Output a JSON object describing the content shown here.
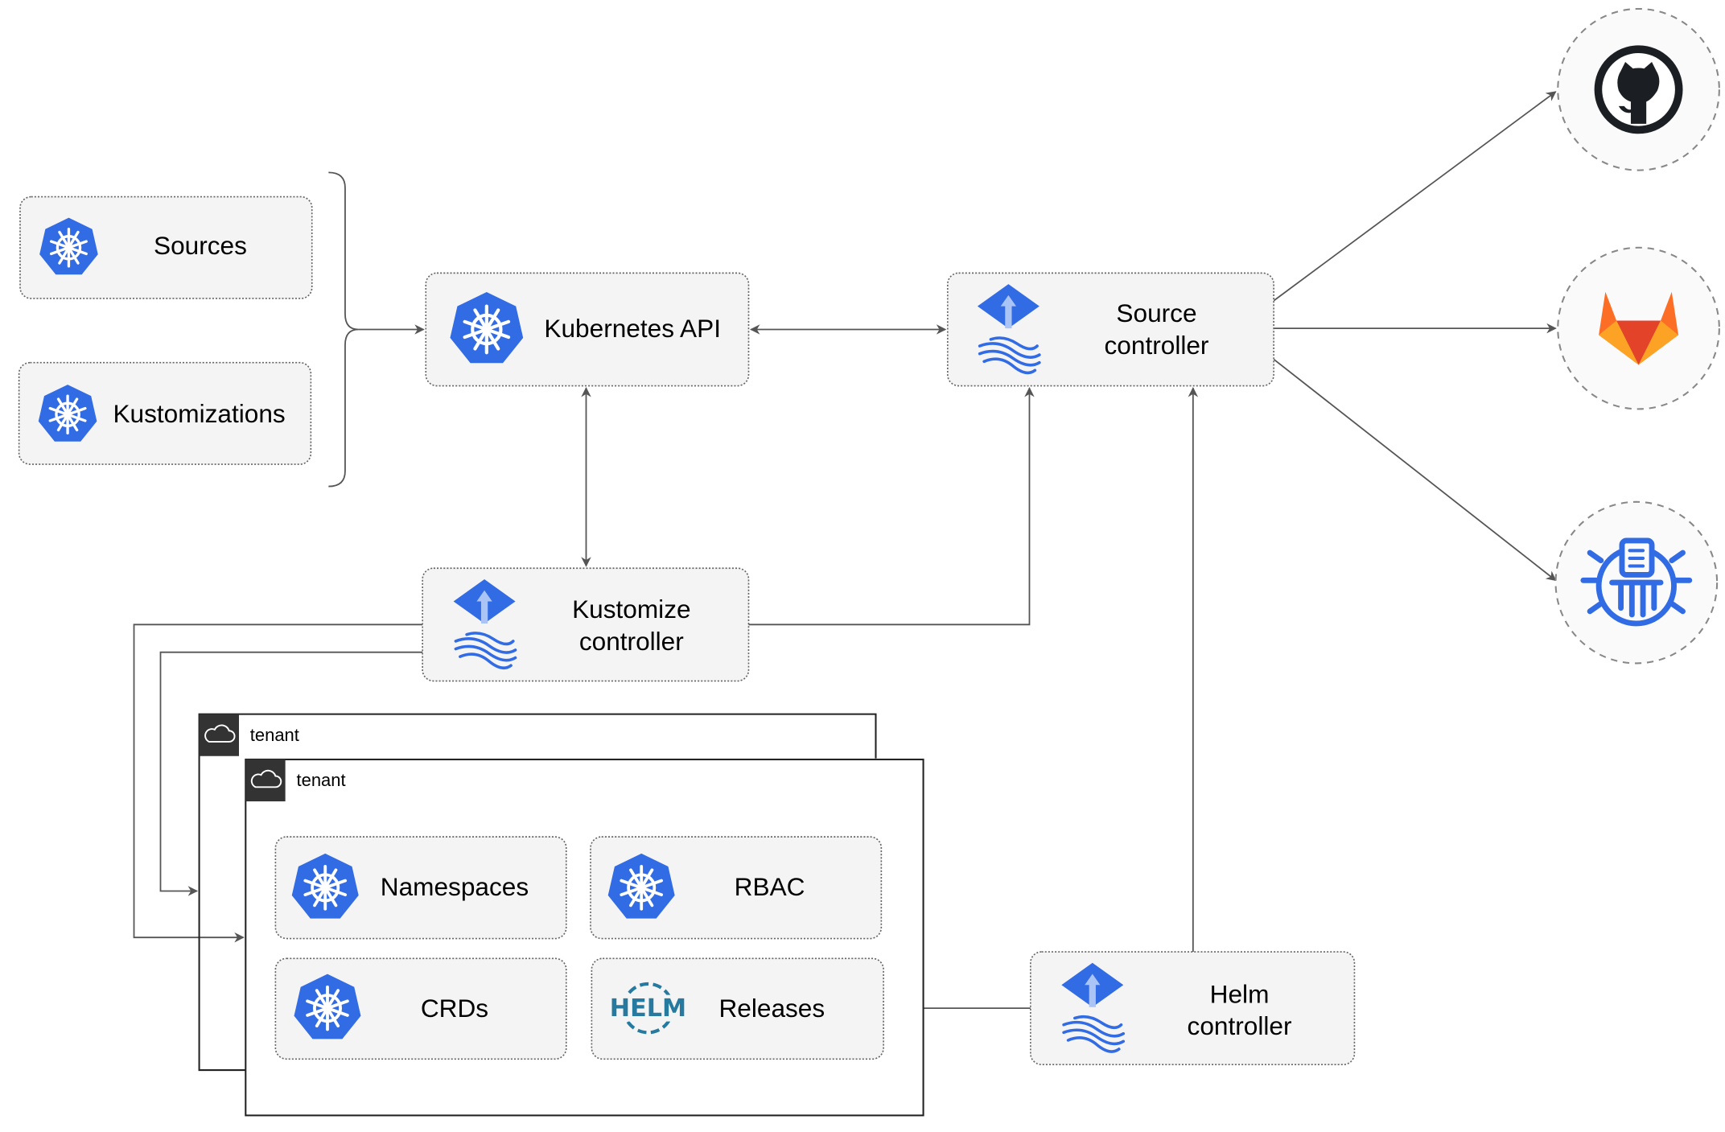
{
  "nodes": {
    "sources": "Sources",
    "kustomizations": "Kustomizations",
    "kubernetes_api": "Kubernetes API",
    "source_controller": [
      "Source",
      "controller"
    ],
    "kustomize_controller": [
      "Kustomize",
      "controller"
    ],
    "helm_controller": [
      "Helm",
      "controller"
    ],
    "namespaces": "Namespaces",
    "rbac": "RBAC",
    "crds": "CRDs",
    "releases": "Releases",
    "helm_logo": "HELM"
  },
  "tenants": [
    "tenant",
    "tenant"
  ],
  "external_sources": [
    "github-icon",
    "gitlab-icon",
    "bucket-icon"
  ],
  "colors": {
    "k8s_blue": "#326ce5",
    "helm_blue": "#277a9f",
    "gitlab_orange": "#e24329",
    "github_dark": "#1b1f23"
  }
}
